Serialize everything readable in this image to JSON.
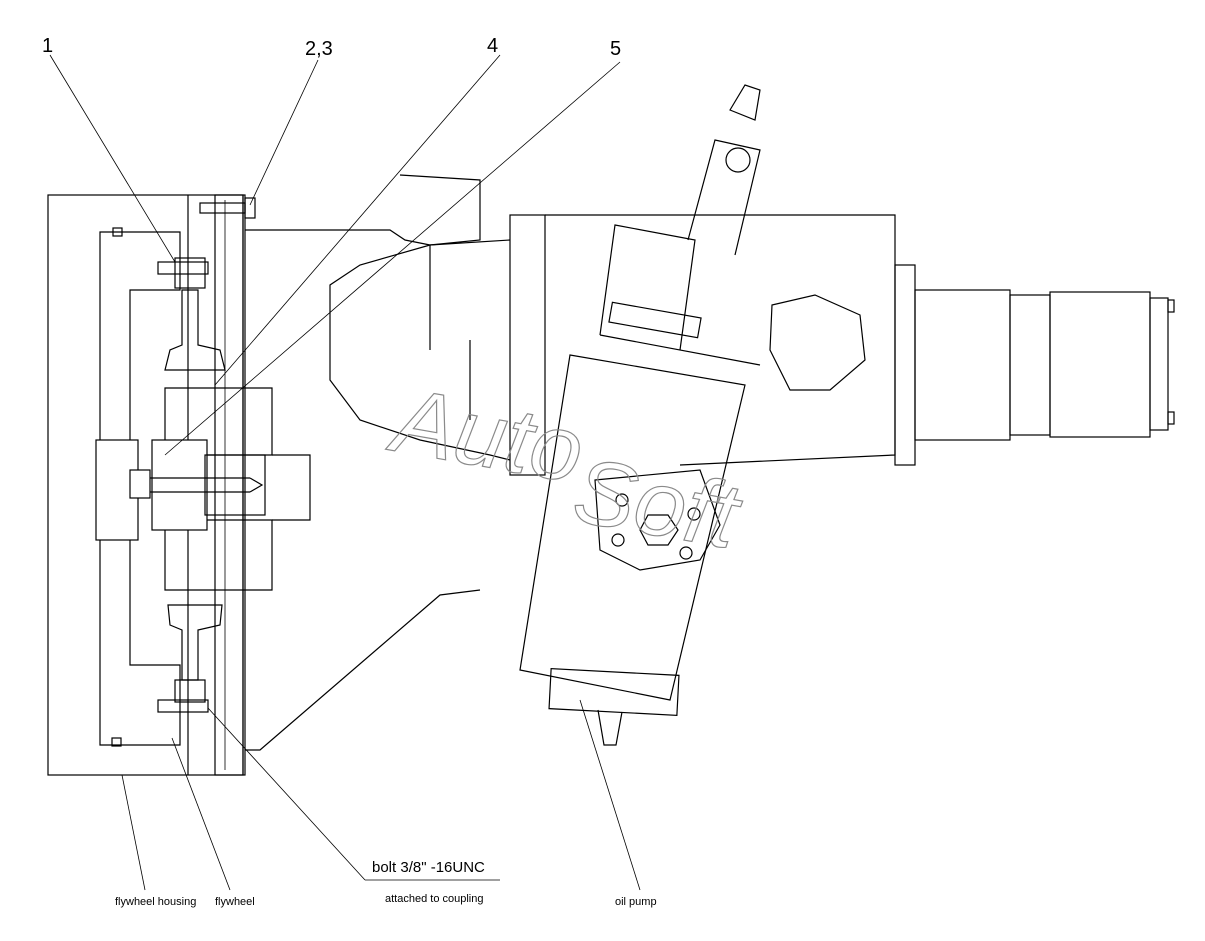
{
  "callouts": {
    "c1": "1",
    "c23": "2,3",
    "c4": "4",
    "c5": "5"
  },
  "labels": {
    "flywheel_housing": "flywheel housing",
    "flywheel": "flywheel",
    "bolt": "bolt 3/8\"  -16UNC",
    "attached": "attached to coupling",
    "oil_pump": "oil pump"
  },
  "watermark": {
    "line1": "Auto",
    "line2": "Soft"
  },
  "colors": {
    "ink": "#000000",
    "watermark": "#8a8a8a"
  }
}
